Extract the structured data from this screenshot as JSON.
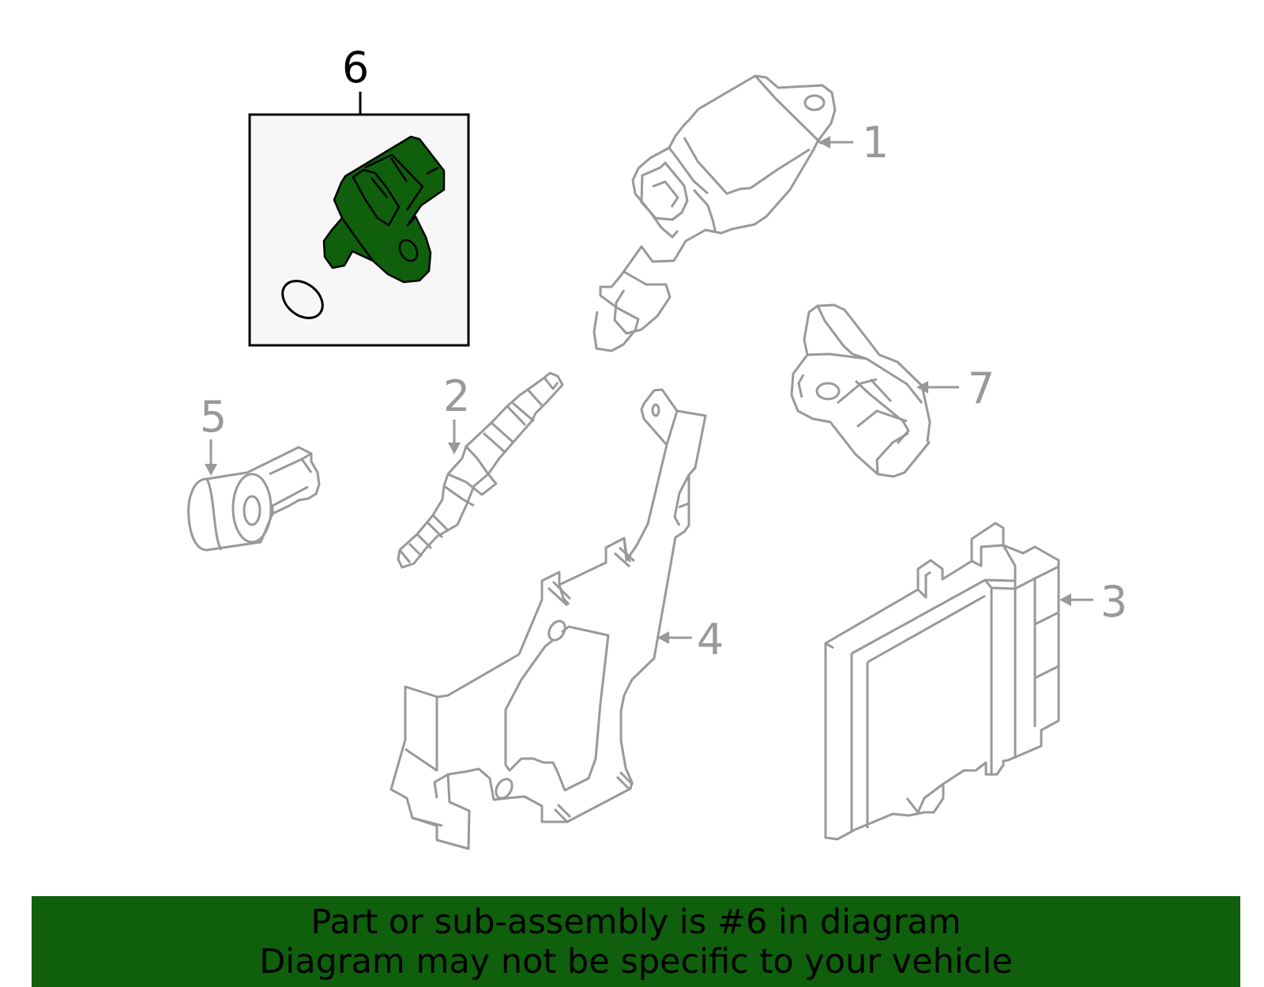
{
  "callouts": {
    "part_1": "1",
    "part_2": "2",
    "part_3": "3",
    "part_4": "4",
    "part_5": "5",
    "part_6": "6",
    "part_7": "7"
  },
  "banner": {
    "line1": "Part or sub-assembly is #6 in diagram",
    "line2": "Diagram may not be specific to your vehicle"
  },
  "colors": {
    "highlight": "#0f5f0c",
    "outline": "#999999",
    "box_fill": "#f7f7f7"
  }
}
